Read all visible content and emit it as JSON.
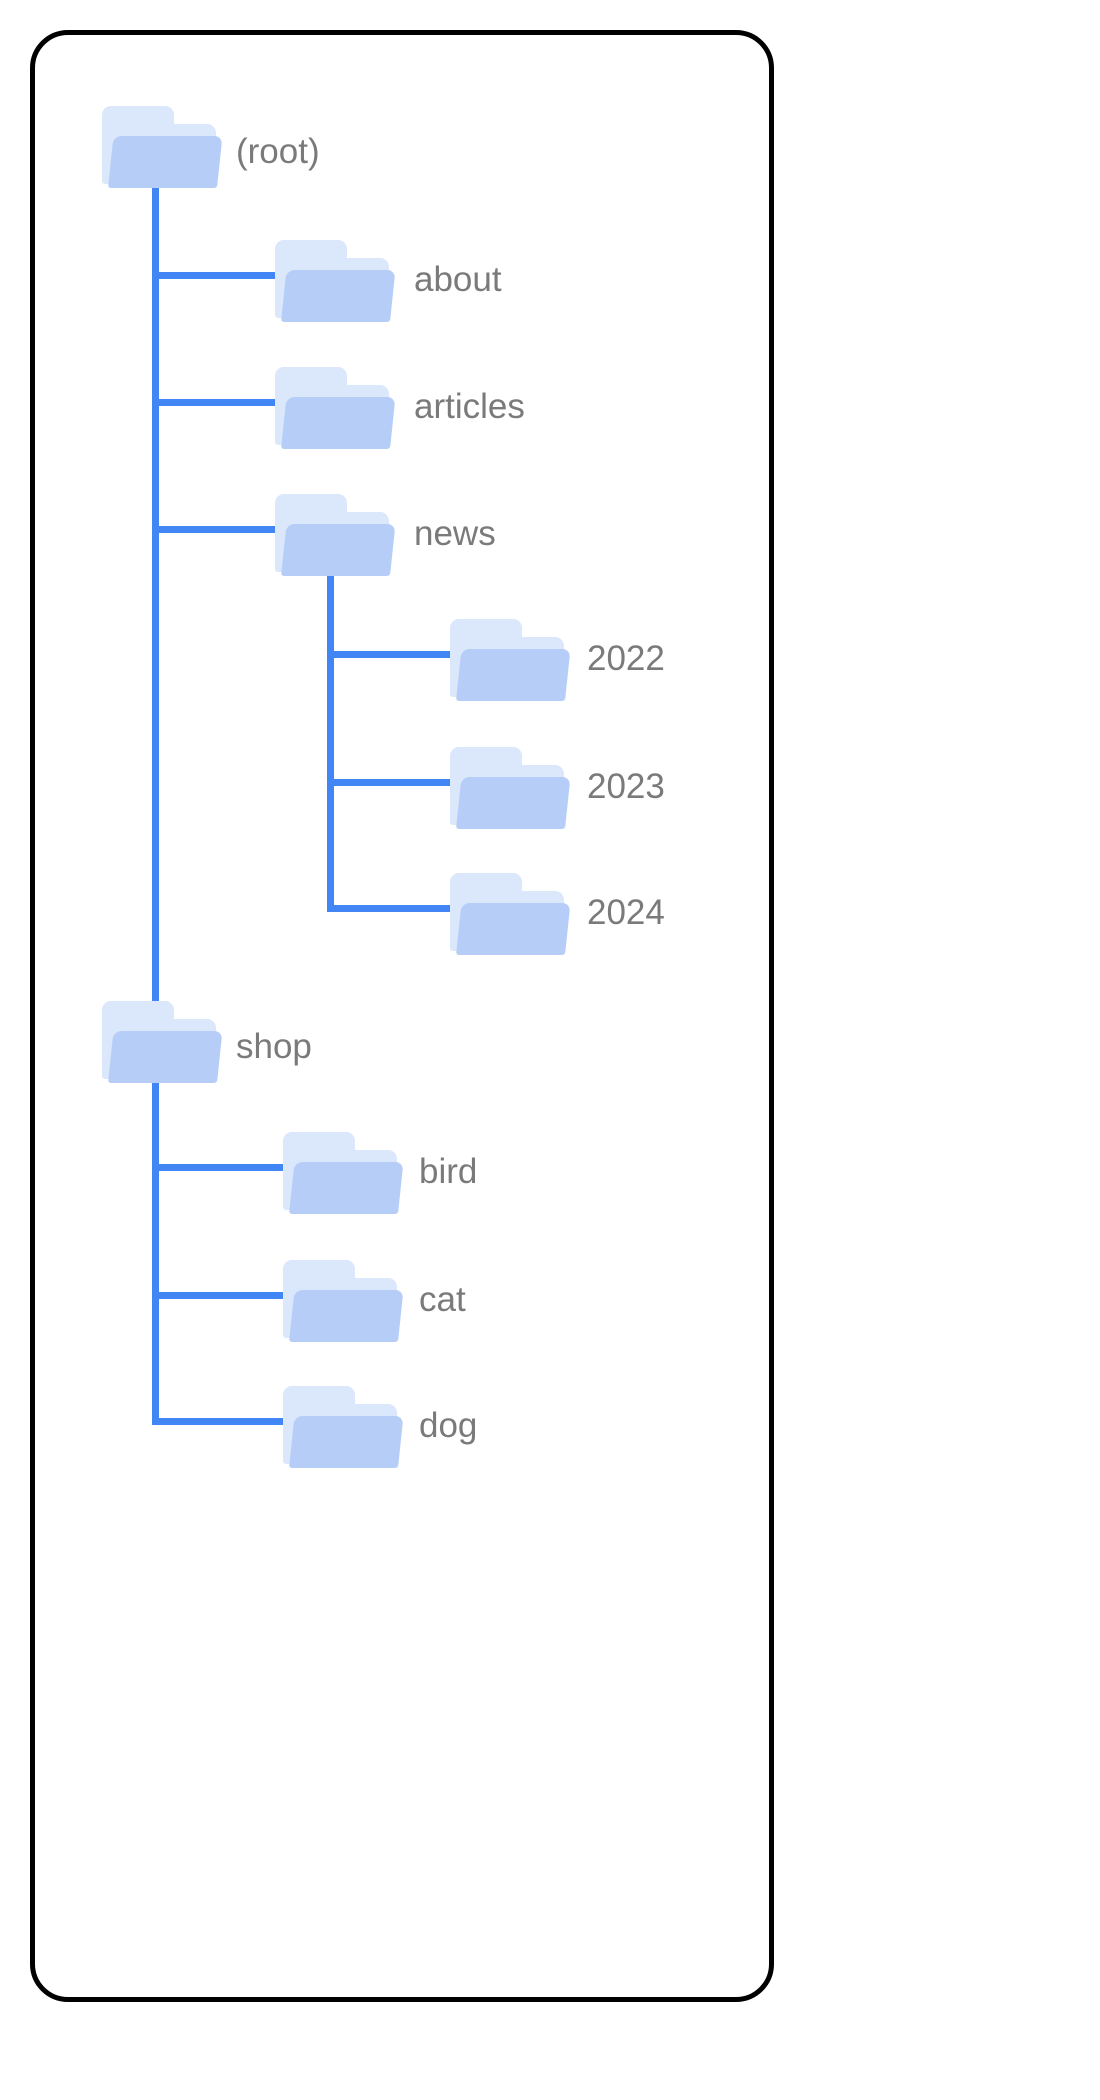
{
  "diagram": {
    "type": "folder-tree",
    "title": "",
    "colors": {
      "frame_border": "#000000",
      "edge": "#4285f4",
      "folder_front": "#b6cef7",
      "folder_back": "#dbe7fb",
      "label_text": "#7a7a7a",
      "background": "#ffffff"
    },
    "nodes": [
      {
        "id": "root",
        "label": "(root)",
        "depth": 0,
        "icon": "folder-icon"
      },
      {
        "id": "about",
        "label": "about",
        "depth": 1,
        "icon": "folder-icon"
      },
      {
        "id": "articles",
        "label": "articles",
        "depth": 1,
        "icon": "folder-icon"
      },
      {
        "id": "news",
        "label": "news",
        "depth": 1,
        "icon": "folder-icon"
      },
      {
        "id": "y2022",
        "label": "2022",
        "depth": 2,
        "icon": "folder-icon"
      },
      {
        "id": "y2023",
        "label": "2023",
        "depth": 2,
        "icon": "folder-icon"
      },
      {
        "id": "y2024",
        "label": "2024",
        "depth": 2,
        "icon": "folder-icon"
      },
      {
        "id": "shop",
        "label": "shop",
        "depth": 1,
        "icon": "folder-icon"
      },
      {
        "id": "bird",
        "label": "bird",
        "depth": 2,
        "icon": "folder-icon"
      },
      {
        "id": "cat",
        "label": "cat",
        "depth": 2,
        "icon": "folder-icon"
      },
      {
        "id": "dog",
        "label": "dog",
        "depth": 2,
        "icon": "folder-icon"
      }
    ]
  }
}
